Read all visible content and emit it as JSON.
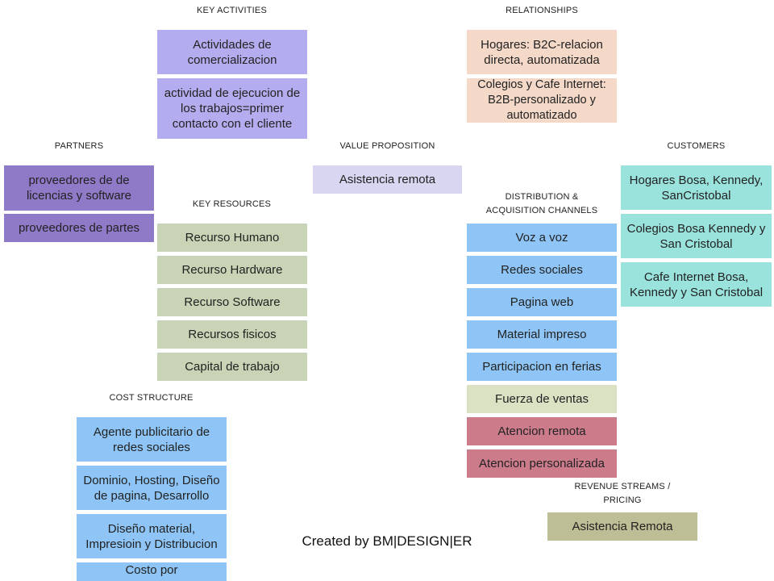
{
  "headings": {
    "key_activities": "KEY ACTIVITIES",
    "relationships": "RELATIONSHIPS",
    "partners": "PARTNERS",
    "value_proposition": "VALUE PROPOSITION",
    "customers": "CUSTOMERS",
    "key_resources": "KEY RESOURCES",
    "distribution_line1": "DISTRIBUTION  &",
    "distribution_line2": "ACQUISITION  CHANNELS",
    "cost_structure": "COST  STRUCTURE",
    "revenue_line1": "REVENUE  STREAMS  /",
    "revenue_line2": "PRICING"
  },
  "key_activities": [
    "Actividades de comercializacion",
    "actividad de ejecucion de los trabajos=primer contacto con el cliente"
  ],
  "relationships": [
    "Hogares: B2C-relacion directa, automatizada",
    "Colegios y Cafe Internet: B2B-personalizado y automatizado"
  ],
  "partners": [
    "proveedores de de licencias y software",
    "proveedores de partes"
  ],
  "value_proposition": [
    "Asistencia remota"
  ],
  "customers": [
    "Hogares Bosa, Kennedy, SanCristobal",
    "Colegios Bosa Kennedy y San Cristobal",
    "Cafe Internet Bosa, Kennedy y San Cristobal"
  ],
  "key_resources": [
    "Recurso Humano",
    "Recurso Hardware",
    "Recurso Software",
    "Recursos fisicos",
    "Capital de trabajo"
  ],
  "channels": [
    "Voz a voz",
    "Redes sociales",
    "Pagina web",
    "Material impreso",
    "Participacion en ferias",
    "Fuerza de ventas",
    "Atencion remota",
    "Atencion personalizada"
  ],
  "cost_structure": [
    "Agente publicitario de redes sociales",
    "Dominio, Hosting, Diseño de pagina, Desarrollo",
    "Diseño material, Impresioin y Distribucion",
    "Costo por"
  ],
  "revenue_streams": [
    "Asistencia Remota"
  ],
  "footer": "Created by BM|DESIGN|ER",
  "colors": {
    "key_activities": "#b3acee",
    "partners": "#8f7ac8",
    "relationships": "#f4d8c8",
    "key_resources": "#c9d4b6",
    "channels": "#8ec5f6",
    "channels_sales": "#dbe2c4",
    "channels_attention": "#cc7b8b",
    "customers": "#9ae3dd",
    "value_proposition": "#d9d6f2",
    "cost_structure": "#8ec5f6",
    "revenue_streams": "#bdbd96"
  }
}
